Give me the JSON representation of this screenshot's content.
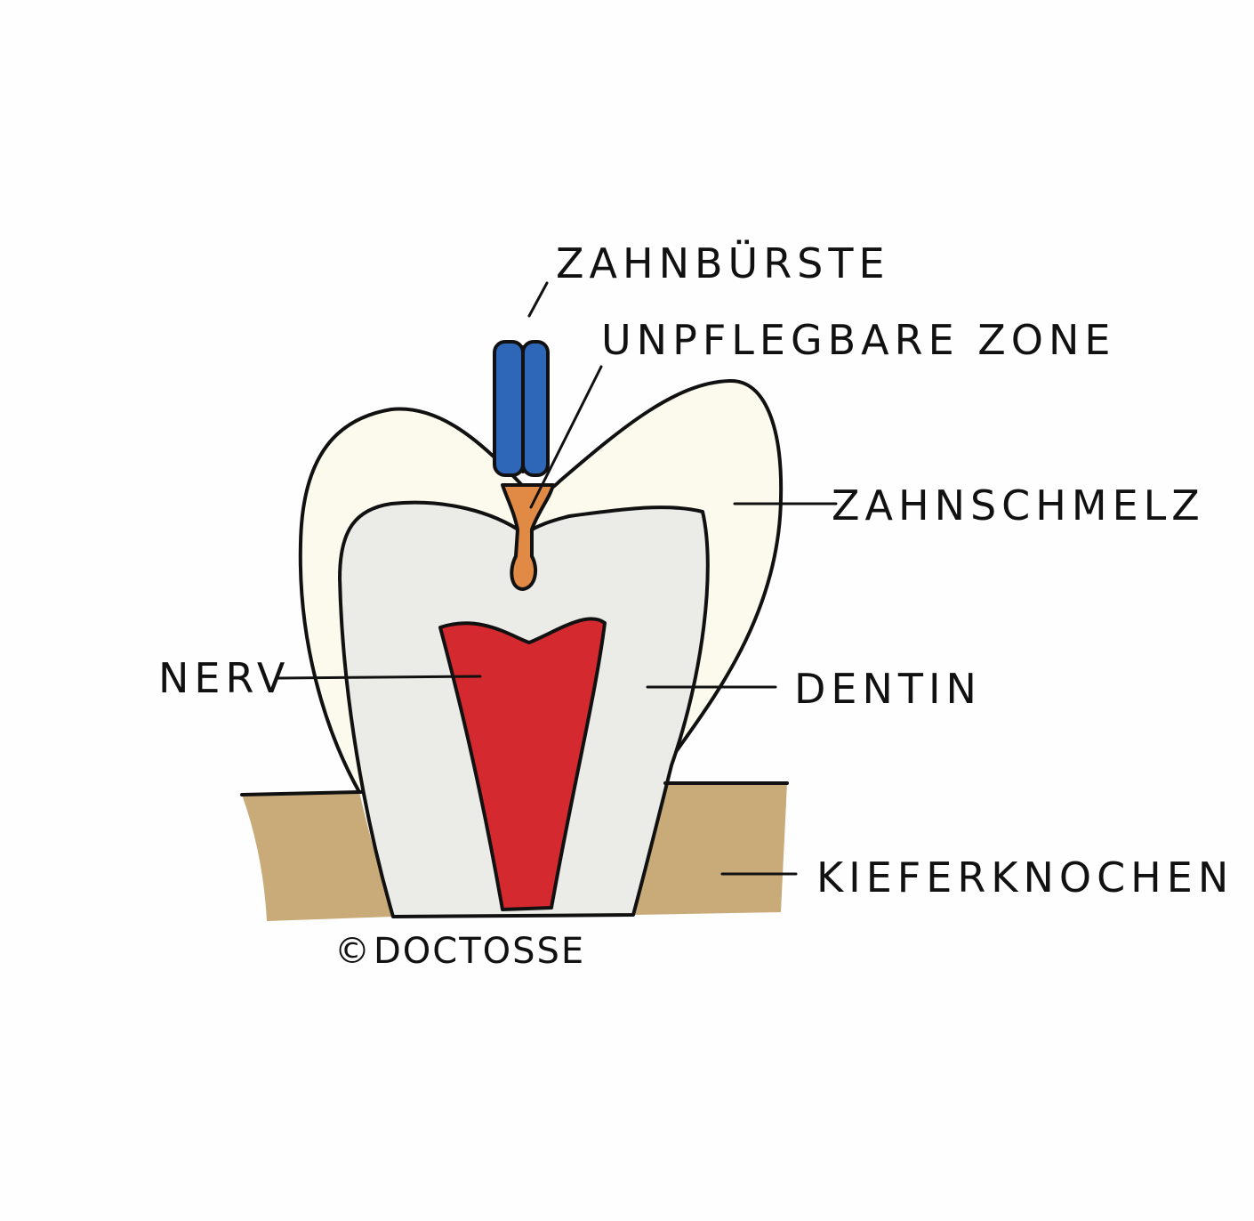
{
  "labels": {
    "toothbrush": "ZAHNBÜRSTE",
    "unreachable_zone": "UNPFLEGBARE ZONE",
    "enamel": "ZAHNSCHMELZ",
    "nerve": "NERV",
    "dentin": "DENTIN",
    "jawbone": "KIEFERKNOCHEN"
  },
  "credit": {
    "symbol": "©",
    "name": "DOCTOSSE"
  },
  "colors": {
    "bone": "#c9ab7a",
    "enamel": "#fbfaec",
    "dentin": "#ebece8",
    "nerve": "#d42a2f",
    "bristles": "#2e66b8",
    "plaque": "#e08a45",
    "ink": "#111111"
  }
}
